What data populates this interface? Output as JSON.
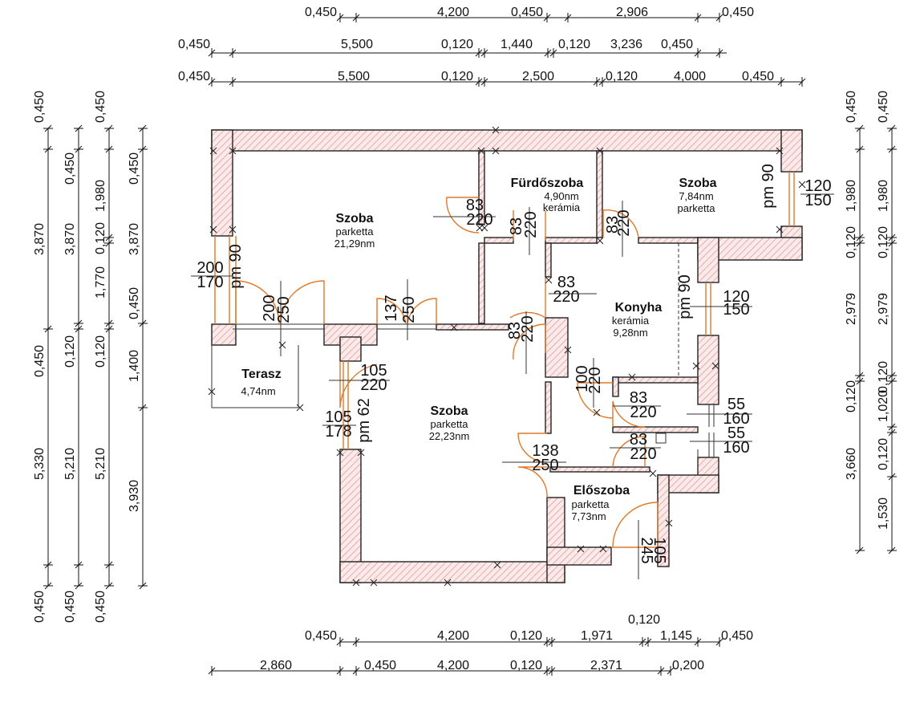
{
  "dimensions": {
    "top_row1": [
      "0,450",
      "4,200",
      "0,450",
      "2,906",
      "0,450"
    ],
    "top_row2": [
      "0,450",
      "5,500",
      "0,120",
      "1,440",
      "0,120",
      "3,236",
      "0,450"
    ],
    "top_row3": [
      "0,450",
      "5,500",
      "0,120",
      "2,500",
      "0,120",
      "4,000",
      "0,450"
    ],
    "left_col1": [
      "0,450",
      "3,870",
      "0,450",
      "5,330",
      "0,450"
    ],
    "left_col2": [
      "0,450",
      "3,870",
      "0,120",
      "5,210",
      "0,450"
    ],
    "left_col3": [
      "0,450",
      "1,980",
      "0,120",
      "1,770",
      "0,120",
      "5,210",
      "0,450"
    ],
    "left_col4": [
      "0,450",
      "3,870",
      "0,450",
      "1,400",
      "3,930"
    ],
    "right_col1": [
      "0,450",
      "1,980",
      "0,120",
      "2,979",
      "0,120",
      "3,660"
    ],
    "right_col2": [
      "0,450",
      "1,980",
      "0,120",
      "2,979",
      "0,120",
      "1,020",
      "0,120",
      "1,530"
    ],
    "bottom_row1": [
      "0,450",
      "4,200",
      "0,120",
      "1,971",
      "0,120",
      "1,145",
      "0,450"
    ],
    "bottom_row2": [
      "2,860",
      "0,450",
      "4,200",
      "0,120",
      "2,371",
      "0,200"
    ]
  },
  "rooms": {
    "szoba_nw": {
      "name": "Szoba",
      "floor": "parketta",
      "area": "21,29nm"
    },
    "furdoszoba": {
      "name": "Fürdőszoba",
      "area": "4,90nm",
      "floor": "kerámia"
    },
    "szoba_ne": {
      "name": "Szoba",
      "area": "7,84nm",
      "floor": "parketta"
    },
    "konyha": {
      "name": "Konyha",
      "floor": "kerámia",
      "area": "9,28nm"
    },
    "terasz": {
      "name": "Terasz",
      "area": "4,74nm"
    },
    "szoba_s": {
      "name": "Szoba",
      "floor": "parketta",
      "area": "22,23nm"
    },
    "eloszoba": {
      "name": "Előszoba",
      "floor": "parketta",
      "area": "7,73nm"
    }
  },
  "openings": {
    "w_left_a": "200",
    "w_left_b": "170",
    "w_left_pm": "pm 90",
    "d_terrace_a": "200",
    "d_terrace_b": "250",
    "d_mid_a": "137",
    "d_mid_b": "250",
    "d_bath_a": "83",
    "d_bath_b": "220",
    "d_bath2_a": "83",
    "d_bath2_b": "220",
    "d_ne_a": "83",
    "d_ne_b": "220",
    "w_ne_pm": "pm 90",
    "w_ne_a": "120",
    "w_ne_b": "150",
    "d_kitchen_a": "83",
    "d_kitchen_b": "220",
    "w_kitchen_pm": "pm 90",
    "w_kitchen_a": "120",
    "w_kitchen_b": "150",
    "d_hall_a": "83",
    "d_hall_b": "220",
    "d_terasz_a": "105",
    "d_terasz_b": "220",
    "w_szoba_a": "105",
    "w_szoba_b": "178",
    "w_szoba_pm": "pm 62",
    "d_kitchen2_a": "100",
    "d_kitchen2_b": "220",
    "d_wc1_a": "83",
    "d_wc1_b": "220",
    "w_wc1_a": "55",
    "w_wc1_b": "160",
    "d_wc2_a": "83",
    "d_wc2_b": "220",
    "w_wc2_a": "55",
    "w_wc2_b": "160",
    "d_szoba_a": "138",
    "d_szoba_b": "250",
    "d_entry_a": "105",
    "d_entry_b": "245"
  },
  "colors": {
    "wall_hatch": "#e8a0a0",
    "wall_fill": "#fbeaea",
    "door": "#e0782a",
    "line": "#111111"
  }
}
